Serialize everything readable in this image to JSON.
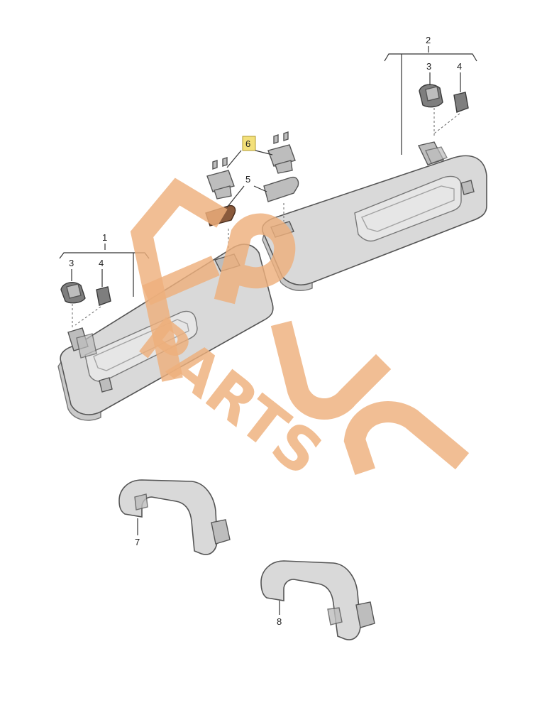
{
  "diagram": {
    "callouts": [
      {
        "id": "c1",
        "label": "1"
      },
      {
        "id": "c2",
        "label": "2"
      },
      {
        "id": "c3a",
        "label": "3"
      },
      {
        "id": "c4a",
        "label": "4"
      },
      {
        "id": "c3b",
        "label": "3"
      },
      {
        "id": "c4b",
        "label": "4"
      },
      {
        "id": "c5",
        "label": "5"
      },
      {
        "id": "c6",
        "label": "6",
        "highlighted": true
      },
      {
        "id": "c7",
        "label": "7"
      },
      {
        "id": "c8",
        "label": "8"
      }
    ],
    "parts": [
      {
        "callout": "1",
        "icon": "sun-visor-left"
      },
      {
        "callout": "2",
        "icon": "sun-visor-right"
      },
      {
        "callout": "3",
        "icon": "visor-hinge-mount"
      },
      {
        "callout": "4",
        "icon": "visor-mount-cover"
      },
      {
        "callout": "5",
        "icon": "visor-retainer-clip"
      },
      {
        "callout": "6",
        "icon": "visor-retainer-bracket"
      },
      {
        "callout": "7",
        "icon": "grab-handle"
      },
      {
        "callout": "8",
        "icon": "grab-handle"
      }
    ],
    "highlight_color": "#f3e07a",
    "highlight_part_color": "#8a5a3c"
  },
  "watermark": {
    "text": "PARTS",
    "color": "#eeb07c"
  }
}
